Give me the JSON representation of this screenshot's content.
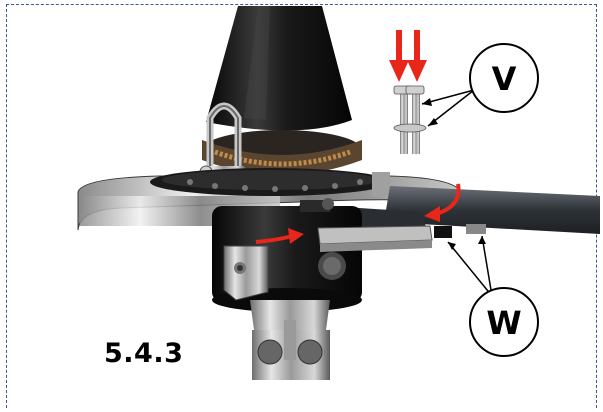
{
  "figure": {
    "step_label": "5.4.3",
    "callouts": [
      {
        "letter": "V"
      },
      {
        "letter": "W"
      }
    ]
  },
  "colors": {
    "frame_border": "#3a5a8c",
    "arrow_red": "#e8261a",
    "body_black": "#151515",
    "metal_silver": "#b8b8b8",
    "strap_dark": "#3a3f44",
    "bronze": "#b87a3a"
  }
}
